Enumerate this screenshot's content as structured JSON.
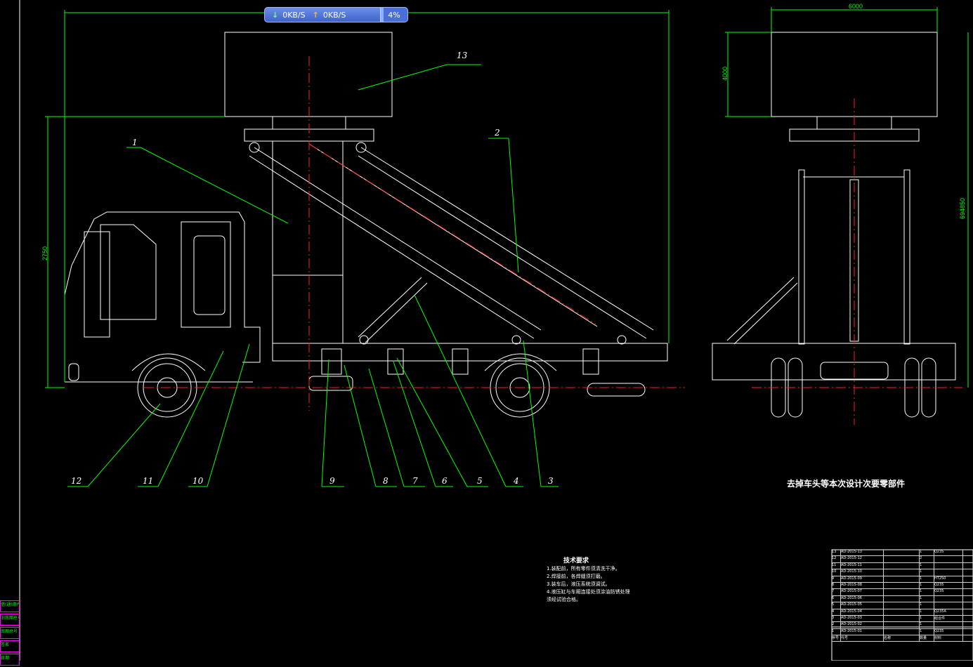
{
  "netmeter": {
    "down_label": "0KB/S",
    "up_label": "0KB/S",
    "cpu_label": "4%"
  },
  "dims": {
    "total_width": "6000",
    "box_height": "4000",
    "right_height": "694850",
    "left_height": "2750"
  },
  "parts": [
    "1",
    "2",
    "3",
    "4",
    "5",
    "6",
    "7",
    "8",
    "9",
    "10",
    "11",
    "12",
    "13"
  ],
  "note_title": "去掉车头等本次设计次要零部件",
  "tech": {
    "title": "技术要求",
    "lines": [
      "1.装配前，所有零件须清洗干净。",
      "2.焊接前，各焊缝须打磨。",
      "3.装车后，液压系统须调试。",
      "4.液压缸与车厢连接处须涂油防锈处理",
      "须经试验合格。"
    ]
  },
  "side_tabs": [
    "借(通)用件登记",
    "旧底图总号",
    "底图总号",
    "签名",
    "日期"
  ],
  "bom": {
    "rows": [
      [
        "13",
        "AD-2015-13",
        "",
        "1",
        "Q235"
      ],
      [
        "12",
        "AD-2015-12",
        "",
        "2",
        ""
      ],
      [
        "11",
        "AD-2015-11",
        "",
        "1",
        ""
      ],
      [
        "10",
        "AD-2015-10",
        "",
        "1",
        ""
      ],
      [
        "9",
        "AD-2015-09",
        "",
        "1",
        "HT250"
      ],
      [
        "8",
        "AD-2015-08",
        "",
        "1",
        "Q235"
      ],
      [
        "7",
        "AD-2015-07",
        "",
        "1",
        "Q235"
      ],
      [
        "6",
        "AD-2015-06",
        "",
        "1",
        ""
      ],
      [
        "5",
        "AD-2015-05",
        "",
        "1",
        ""
      ],
      [
        "4",
        "AD-2015-04",
        "",
        "1",
        "Q235A"
      ],
      [
        "3",
        "AD-2015-03",
        "",
        "1",
        "组合件"
      ],
      [
        "2",
        "AD-2015-02",
        "",
        "1",
        ""
      ],
      [
        "1",
        "AD-2015-01",
        "",
        "1",
        "Q235"
      ]
    ],
    "header": [
      "序号",
      "代号",
      "名称",
      "数量",
      "材料"
    ]
  },
  "colors": {
    "line": "#ffffff",
    "dim": "#00ff00",
    "center": "#ff0000",
    "tab_border": "#ff00ff"
  }
}
